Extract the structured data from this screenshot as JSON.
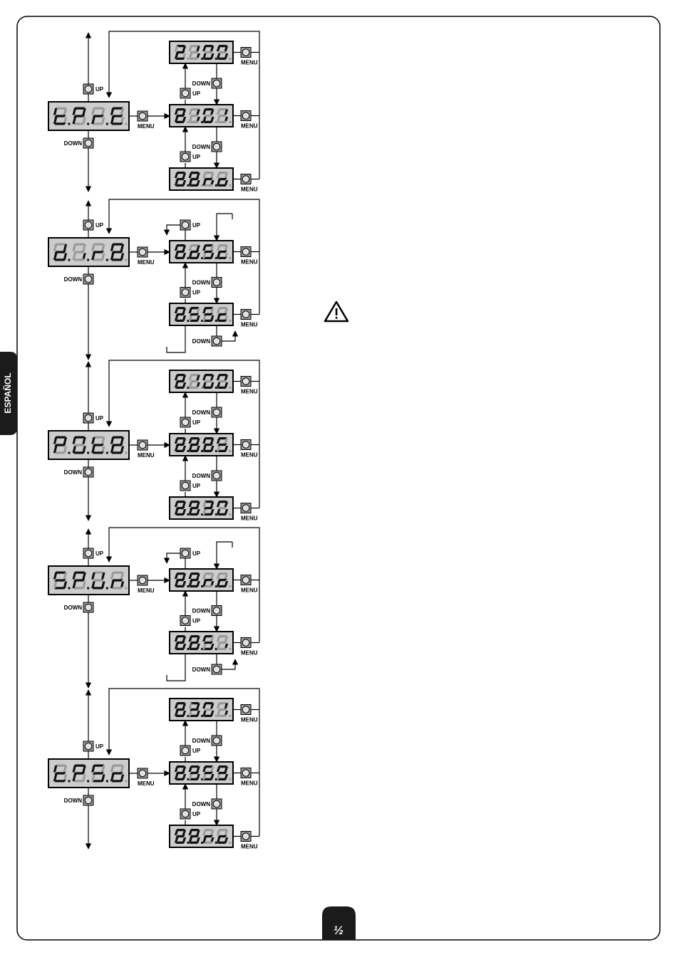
{
  "side_tab": {
    "label": "ESPAÑOL"
  },
  "page_badge": {
    "label": "½"
  },
  "labels": {
    "up": "UP",
    "down": "DOWN",
    "menu": "MENU"
  },
  "warning_icon": "warning-triangle-icon",
  "blocks": [
    {
      "id": "tpre",
      "param": "t.P.r.E",
      "param_chars": [
        "t",
        "P",
        "r",
        "E"
      ],
      "param_dots": [
        1,
        1,
        1,
        0
      ],
      "type": "numeric",
      "values": [
        {
          "chars": [
            "2",
            "1",
            "0",
            "0"
          ],
          "dots": [
            0,
            1,
            1,
            0
          ],
          "text": "2.1.0.0"
        },
        {
          "chars": [
            "8",
            "1",
            "0",
            "1"
          ],
          "dots": [
            0,
            1,
            0,
            0
          ],
          "text": "1.01"
        },
        {
          "chars": [
            "8",
            "8",
            "n",
            "o"
          ],
          "dots": [
            1,
            0,
            1,
            0
          ],
          "text": "no"
        }
      ]
    },
    {
      "id": "dir",
      "param": "d.i.r.",
      "param_chars": [
        "d",
        "i",
        "r",
        "8"
      ],
      "param_dots": [
        1,
        1,
        1,
        0
      ],
      "type": "toggle",
      "values": [
        {
          "chars": [
            "8",
            "d",
            "s",
            "c"
          ],
          "dots": [
            1,
            1,
            1,
            0
          ],
          "text": "dsc"
        },
        {
          "chars": [
            "8",
            "S",
            "s",
            "c"
          ],
          "dots": [
            1,
            1,
            1,
            0
          ],
          "text": "Ssc"
        }
      ]
    },
    {
      "id": "pot",
      "param": "P.O.t.",
      "param_chars": [
        "P",
        "O",
        "t",
        "8"
      ],
      "param_dots": [
        1,
        1,
        1,
        0
      ],
      "type": "numeric",
      "values": [
        {
          "chars": [
            "8",
            "1",
            "0",
            "0"
          ],
          "dots": [
            1,
            0,
            1,
            0
          ],
          "text": "100"
        },
        {
          "chars": [
            "8",
            "8",
            "8",
            "S"
          ],
          "dots": [
            1,
            1,
            1,
            0
          ],
          "text": "85"
        },
        {
          "chars": [
            "8",
            "8",
            "3",
            "0"
          ],
          "dots": [
            1,
            1,
            1,
            0
          ],
          "text": "30"
        }
      ]
    },
    {
      "id": "spun",
      "param": "S.P.U.n",
      "param_chars": [
        "S",
        "P",
        "U",
        "n"
      ],
      "param_dots": [
        1,
        1,
        1,
        0
      ],
      "type": "toggle",
      "values": [
        {
          "chars": [
            "8",
            "8",
            "n",
            "o"
          ],
          "dots": [
            1,
            1,
            1,
            0
          ],
          "text": "no"
        },
        {
          "chars": [
            "8",
            "8",
            "S",
            "i"
          ],
          "dots": [
            1,
            1,
            1,
            0
          ],
          "text": "Si"
        }
      ]
    },
    {
      "id": "tpso",
      "param": "t.P.S.o",
      "param_chars": [
        "t",
        "P",
        "S",
        "o"
      ],
      "param_dots": [
        1,
        1,
        1,
        0
      ],
      "type": "numeric",
      "values": [
        {
          "chars": [
            "8",
            "3",
            "0",
            "1"
          ],
          "dots": [
            1,
            1,
            0,
            0
          ],
          "text": "3.01"
        },
        {
          "chars": [
            "8",
            "9",
            "S",
            "9"
          ],
          "dots": [
            1,
            1,
            1,
            0
          ],
          "text": "9.S9"
        },
        {
          "chars": [
            "8",
            "8",
            "n",
            "o"
          ],
          "dots": [
            1,
            1,
            1,
            0
          ],
          "text": "no"
        }
      ]
    }
  ]
}
